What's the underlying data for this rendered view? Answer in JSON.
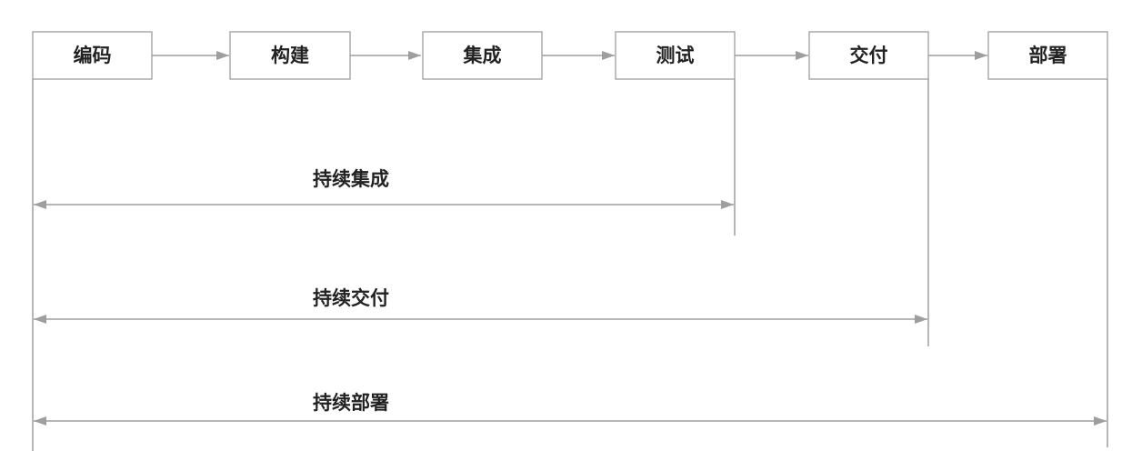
{
  "stages": [
    {
      "id": "code",
      "label": "编码"
    },
    {
      "id": "build",
      "label": "构建"
    },
    {
      "id": "integrate",
      "label": "集成"
    },
    {
      "id": "test",
      "label": "测试"
    },
    {
      "id": "deliver",
      "label": "交付"
    },
    {
      "id": "deploy",
      "label": "部署"
    }
  ],
  "spans": [
    {
      "id": "continuous-integration",
      "label": "持续集成",
      "from_stage": "code",
      "to_stage": "test"
    },
    {
      "id": "continuous-delivery",
      "label": "持续交付",
      "from_stage": "code",
      "to_stage": "deliver"
    },
    {
      "id": "continuous-deployment",
      "label": "持续部署",
      "from_stage": "code",
      "to_stage": "deploy"
    }
  ],
  "colors": {
    "line": "#9e9e9e",
    "text": "#222222",
    "box_fill": "#ffffff"
  }
}
